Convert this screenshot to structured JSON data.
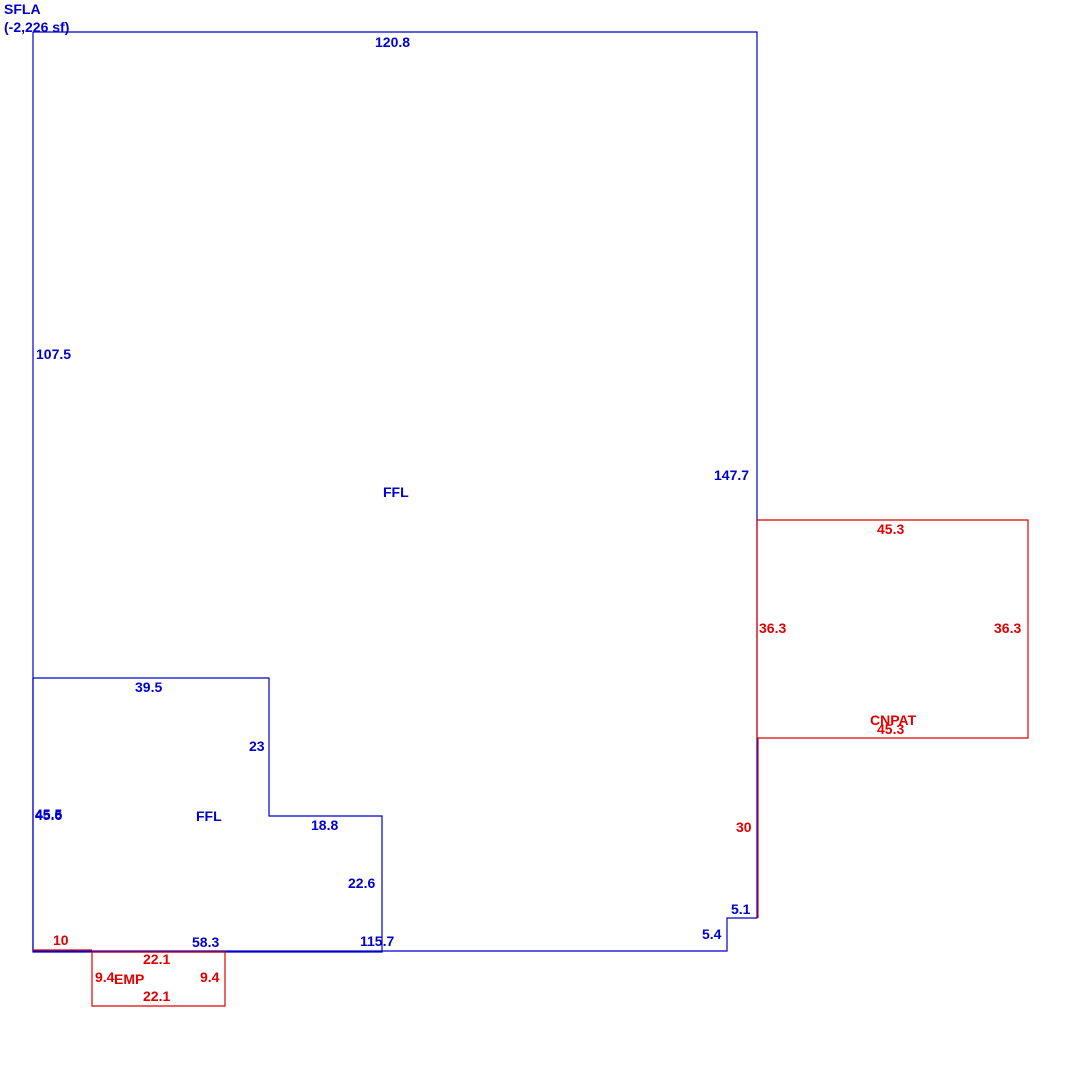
{
  "header": {
    "title": "SFLA",
    "area": "(-2,226 sf)"
  },
  "colors": {
    "living_area": "#0000cc",
    "other_area": "#e00000",
    "background": "#ffffff"
  },
  "areas": {
    "ffl_main": {
      "name": "FFL",
      "dims": {
        "top": "120.8",
        "left": "107.5",
        "right": "147.7",
        "step_v": "5.1",
        "step_h": "5.4",
        "bottom": "115.7"
      }
    },
    "ffl_sub": {
      "name": "FFL",
      "dims": {
        "top": "39.5",
        "right_upper": "23",
        "notch": "18.8",
        "right_lower": "22.6",
        "bottom": "58.3",
        "left_a": "45.5",
        "left_b": "45.6"
      }
    },
    "cnpat": {
      "name": "CNPAT",
      "dims": {
        "top": "45.3",
        "left": "36.3",
        "right": "36.3",
        "bottom": "45.3"
      }
    },
    "emp": {
      "name": "EMP",
      "dims": {
        "top": "22.1",
        "left": "9.4",
        "right": "9.4",
        "bottom": "22.1"
      }
    },
    "red_segments": {
      "right_edge": "30",
      "bottom_edge": "10"
    }
  }
}
